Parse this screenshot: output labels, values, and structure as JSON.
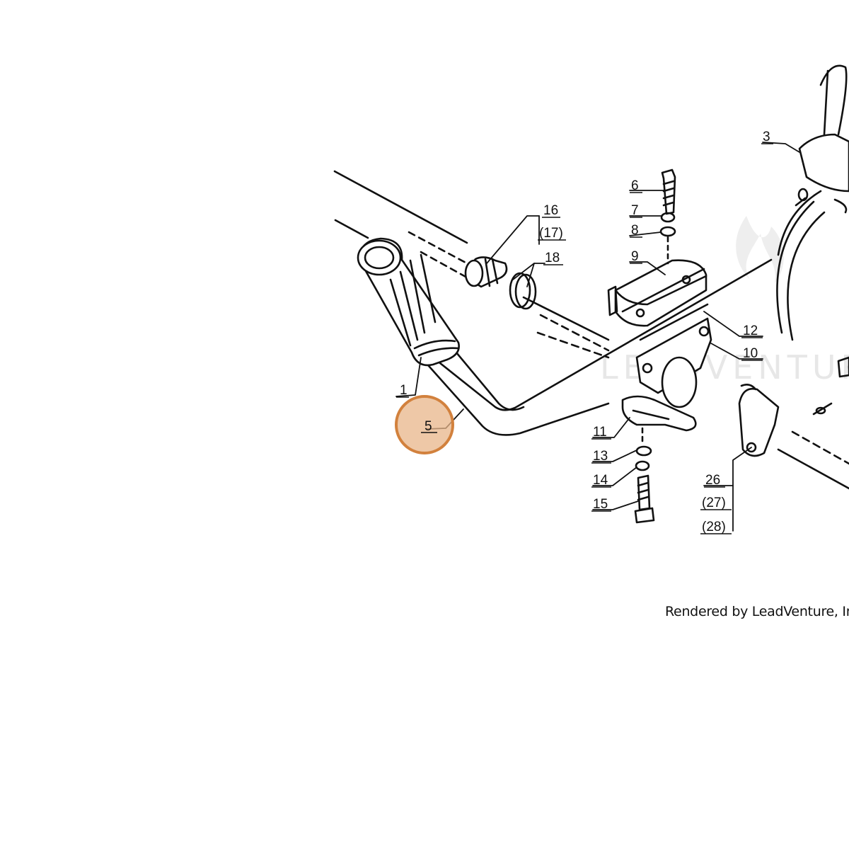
{
  "diagram": {
    "callouts": [
      {
        "id": "1",
        "label": "1"
      },
      {
        "id": "3",
        "label": "3"
      },
      {
        "id": "5",
        "label": "5"
      },
      {
        "id": "6",
        "label": "6"
      },
      {
        "id": "7",
        "label": "7"
      },
      {
        "id": "8",
        "label": "8"
      },
      {
        "id": "9",
        "label": "9"
      },
      {
        "id": "10",
        "label": "10"
      },
      {
        "id": "11",
        "label": "11"
      },
      {
        "id": "12",
        "label": "12"
      },
      {
        "id": "13",
        "label": "13"
      },
      {
        "id": "14",
        "label": "14"
      },
      {
        "id": "15",
        "label": "15"
      },
      {
        "id": "16",
        "label": "16"
      },
      {
        "id": "17",
        "label": "(17)"
      },
      {
        "id": "18",
        "label": "18"
      },
      {
        "id": "26",
        "label": "26"
      },
      {
        "id": "27",
        "label": "(27)"
      },
      {
        "id": "28",
        "label": "(28)"
      }
    ],
    "highlighted_callout": "5",
    "highlight_color": "#e8b58a",
    "highlight_border_color": "#d2813d",
    "watermark": "LEADVENTURE",
    "credit": "Rendered by LeadVenture, Inc."
  }
}
